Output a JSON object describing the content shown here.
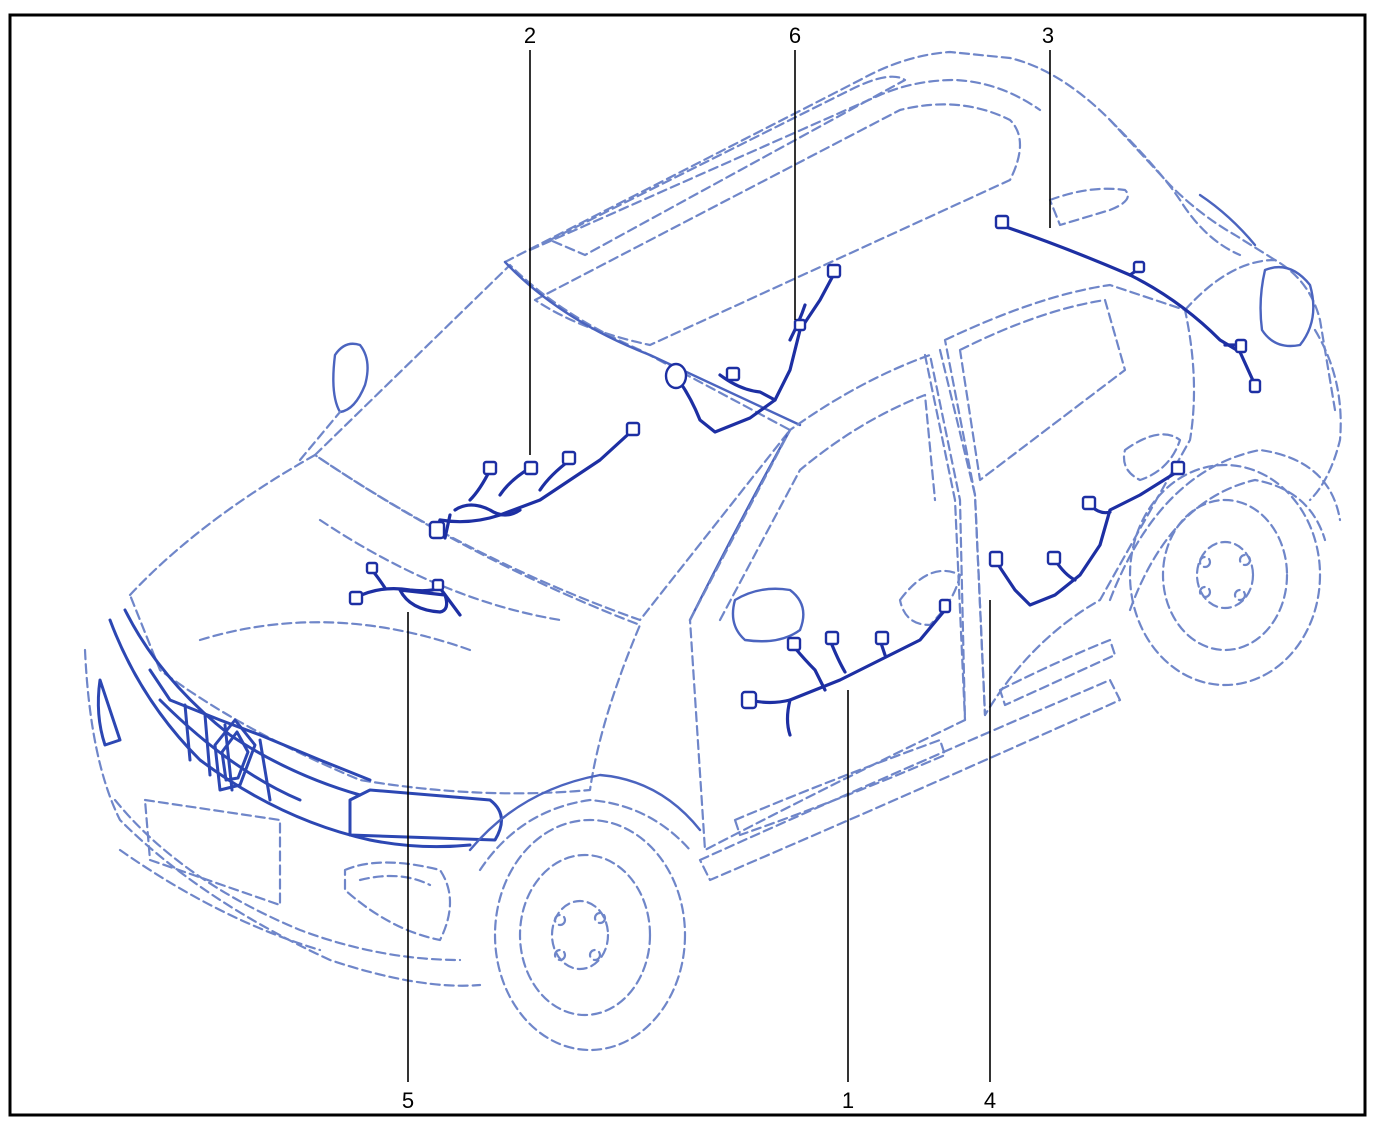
{
  "diagram": {
    "callouts": [
      "1",
      "2",
      "3",
      "4",
      "5",
      "6"
    ]
  },
  "colors": {
    "line": "#6f86c9",
    "harness": "#1d2fa3",
    "frame": "#000000"
  }
}
